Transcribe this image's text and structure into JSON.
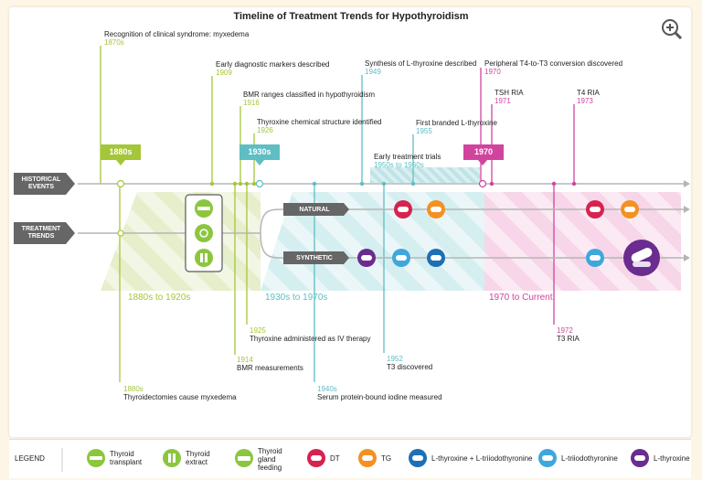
{
  "title": "Timeline of Treatment Trends for Hypothyroidism",
  "rows": {
    "historical": "HISTORICAL EVENTS",
    "treatment": "TREATMENT TRENDS"
  },
  "branches": {
    "natural": "NATURAL",
    "synthetic": "SYNTHETIC"
  },
  "era_flags": [
    "1880s",
    "1930s",
    "1970"
  ],
  "eras": [
    "1880s to 1920s",
    "1930s to 1970s",
    "1970 to Current"
  ],
  "events_above": [
    {
      "label": "Recognition of clinical syndrome: myxedema",
      "year": "1870s"
    },
    {
      "label": "Early diagnostic markers described",
      "year": "1909"
    },
    {
      "label": "BMR ranges classified in hypothyroidism",
      "year": "1916"
    },
    {
      "label": "Thyroxine chemical structure identified",
      "year": "1926"
    },
    {
      "label": "Synthesis of L-thyroxine described",
      "year": "1949"
    },
    {
      "label": "Early treatment trials",
      "year": "1950s to 1960s"
    },
    {
      "label": "First branded L-thyroxine",
      "year": "1955"
    },
    {
      "label": "Peripheral T4-to-T3 conversion discovered",
      "year": "1970"
    },
    {
      "label": "TSH RIA",
      "year": "1971"
    },
    {
      "label": "T4 RIA",
      "year": "1973"
    }
  ],
  "events_below": [
    {
      "label": "Thyroxine administered as IV therapy",
      "year": "1925"
    },
    {
      "label": "BMR measurements",
      "year": "1914"
    },
    {
      "label": "Thyroidectomies cause myxedema",
      "year": "1880s"
    },
    {
      "label": "Serum protein-bound iodine measured",
      "year": "1940s"
    },
    {
      "label": "T3 discovered",
      "year": "1952"
    },
    {
      "label": "T3 RIA",
      "year": "1972"
    }
  ],
  "legend": {
    "title": "LEGEND",
    "items": [
      {
        "label": "Thyroid transplant",
        "color": "#8cc63f",
        "icon": "transplant-icon"
      },
      {
        "label": "Thyroid extract",
        "color": "#8cc63f",
        "icon": "extract-icon"
      },
      {
        "label": "Thyroid gland feeding",
        "color": "#8cc63f",
        "icon": "feeding-icon"
      },
      {
        "label": "DT",
        "color": "#d6224f",
        "icon": "pill-icon"
      },
      {
        "label": "TG",
        "color": "#f39122",
        "icon": "pill-icon"
      },
      {
        "label": "L-thyroxine + L-triiodothyronine",
        "color": "#1e6fb5",
        "icon": "pill-icon"
      },
      {
        "label": "L-triiodothyronine",
        "color": "#3fa7dc",
        "icon": "pill-icon"
      },
      {
        "label": "L-thyroxine",
        "color": "#6a2c8e",
        "icon": "pill-icon"
      }
    ]
  },
  "colors": {
    "green": "#a4c639",
    "teal": "#5ebec4",
    "magenta": "#d1449e",
    "gray_band": "#666666"
  }
}
